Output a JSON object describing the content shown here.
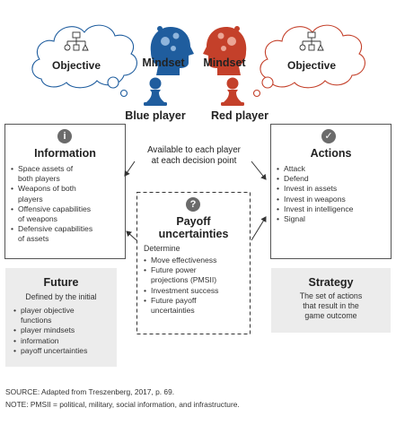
{
  "blue_cloud": {
    "label": "Objective",
    "color": "#1f5d9e"
  },
  "red_cloud": {
    "label": "Objective",
    "color": "#c4402a"
  },
  "blue_mindset": {
    "label": "Mindset",
    "color": "#1f5d9e"
  },
  "red_mindset": {
    "label": "Mindset",
    "color": "#c4402a"
  },
  "blue_player": {
    "label": "Blue player",
    "color": "#1f5d9e"
  },
  "red_player": {
    "label": "Red player",
    "color": "#c4402a"
  },
  "available": {
    "line1": "Available to each player",
    "line2": "at each decision point"
  },
  "information": {
    "icon": "i",
    "title": "Information",
    "items": [
      "Space assets of",
      "both players",
      "Weapons of both",
      "players",
      "Offensive capabilities",
      "of weapons",
      "Defensive capabilities",
      "of assets"
    ]
  },
  "actions": {
    "icon": "✓",
    "title": "Actions",
    "items": [
      "Attack",
      "Defend",
      "Invest in assets",
      "Invest in weapons",
      "Invest in intelligence",
      "Signal"
    ]
  },
  "payoff": {
    "icon": "?",
    "title_line1": "Payoff",
    "title_line2": "uncertainties",
    "intro": "Determine",
    "items": [
      "Move effectiveness",
      "Future power",
      "projections (PMSII)",
      "Investment success",
      "Future payoff",
      "uncertainties"
    ]
  },
  "future": {
    "title": "Future",
    "intro": "Defined by the initial",
    "items": [
      "player objective",
      "functions",
      "player mindsets",
      "information",
      "payoff uncertainties"
    ]
  },
  "strategy": {
    "title": "Strategy",
    "line1": "The set of actions",
    "line2": "that result in the",
    "line3": "game outcome"
  },
  "source": "SOURCE: Adapted from Treszenberg, 2017, p. 69.",
  "note": "NOTE: PMSII = political, military, social information, and infrastructure."
}
